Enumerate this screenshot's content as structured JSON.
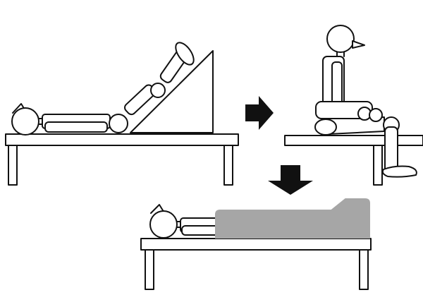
{
  "colors": {
    "stroke": "#111111",
    "background": "#ffffff",
    "arrow": "#111111",
    "cover_fill": "#a6a6a6"
  },
  "steps": [
    {
      "order": 1,
      "pose": "supine-legs-raised-on-wedge"
    },
    {
      "order": 2,
      "pose": "seated-on-bed-edge"
    },
    {
      "order": 3,
      "pose": "supine-covered"
    }
  ],
  "arrows": [
    {
      "from": 1,
      "to": 2,
      "direction": "right"
    },
    {
      "from": 2,
      "to": 3,
      "direction": "down"
    }
  ]
}
